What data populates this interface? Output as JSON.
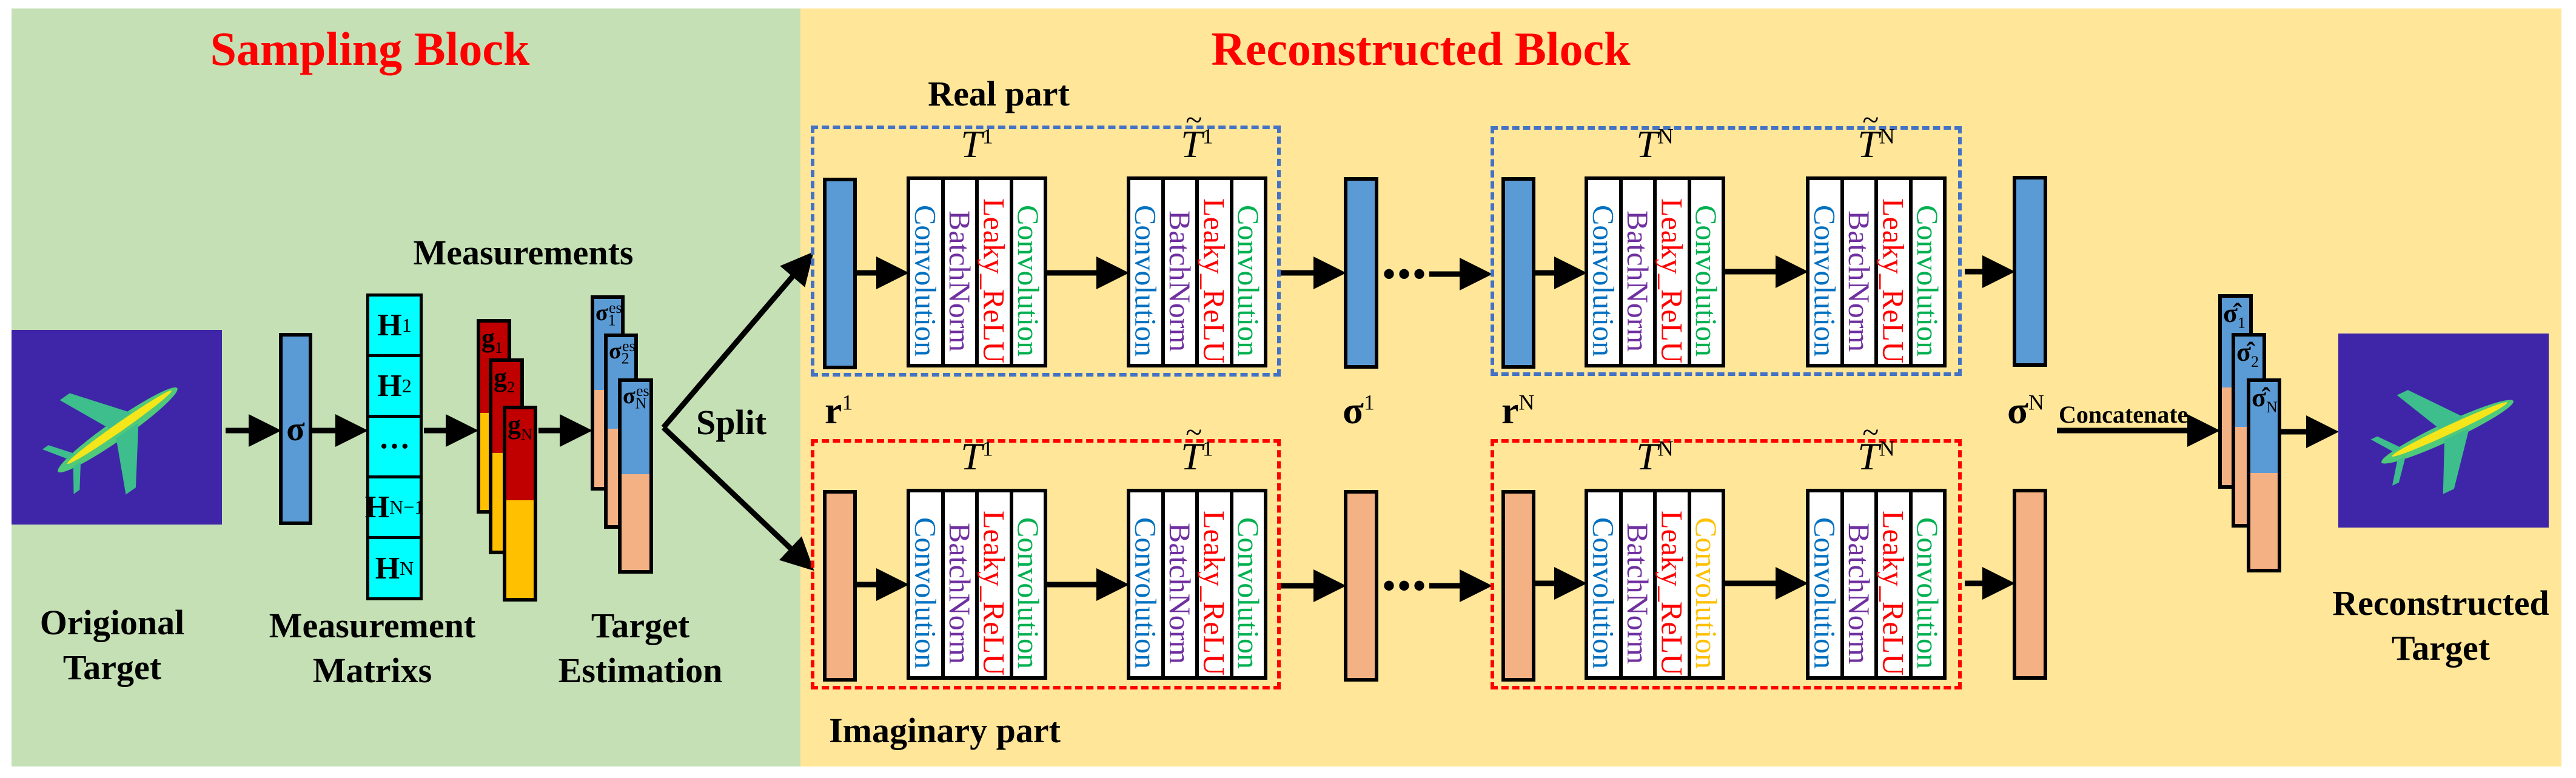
{
  "colors": {
    "sampling_bg": "#C5E0B4",
    "reconstructed_bg": "#FFE699",
    "real_feature": "#5B9BD5",
    "imag_feature": "#F4B183",
    "measurement_real": "#C00000",
    "measurement_imag": "#FFC000",
    "matrix": "#00FFFF",
    "image_bg": "#3F26A8"
  },
  "sampling": {
    "title": "Sampling Block",
    "original_target": [
      "Origional",
      "Target"
    ],
    "sigma": "σ",
    "measurements_label": "Measurements",
    "matrix_cells": [
      {
        "base": "H",
        "sub": "1"
      },
      {
        "base": "H",
        "sub": "2"
      },
      {
        "base": "···",
        "sub": ""
      },
      {
        "base": "H",
        "sub": "N−1"
      },
      {
        "base": "H",
        "sub": "N"
      }
    ],
    "matrix_label": [
      "Measurement",
      "Matrixs"
    ],
    "measurement_cards": [
      {
        "base": "g",
        "sub": "1"
      },
      {
        "base": "g",
        "sub": "2"
      },
      {
        "base": "g",
        "sub": "N"
      }
    ],
    "estimate_cards": [
      {
        "base": "σ",
        "sub": "1",
        "sup": "est"
      },
      {
        "base": "σ",
        "sub": "2",
        "sup": "est"
      },
      {
        "base": "σ",
        "sub": "N",
        "sup": "est"
      }
    ],
    "estimation_label": [
      "Target",
      "Estimation"
    ],
    "split_label": "Split"
  },
  "reconstructed": {
    "title": "Reconstructed Block",
    "real_part_label": "Real part",
    "imaginary_part_label": "Imaginary part",
    "r1": {
      "base": "r",
      "sup": "1"
    },
    "sigma1": {
      "base": "σ",
      "sup": "1"
    },
    "rN": {
      "base": "r",
      "sup": "N"
    },
    "sigmaN": {
      "base": "σ",
      "sup": "N"
    },
    "ellipsis": "•••",
    "concatenate_label": "Concatenate",
    "layer_colors": {
      "Convolution_a": "#0070C0",
      "BatchNorm": "#7030A0",
      "Leaky_ReLU": "#FF0000",
      "Convolution_b": "#00B050",
      "Convolution_gold": "#FFC000"
    },
    "rows": [
      {
        "name": "real",
        "blocks": [
          {
            "symbol": "T",
            "tilde": false,
            "sup": "1",
            "layers": [
              {
                "label": "Convolution",
                "color": "#0070C0"
              },
              {
                "label": "BatchNorm",
                "color": "#7030A0"
              },
              {
                "label": "Leaky_ReLU",
                "color": "#FF0000"
              },
              {
                "label": "Convolution",
                "color": "#00B050"
              }
            ]
          },
          {
            "symbol": "T",
            "tilde": true,
            "sup": "1",
            "layers": [
              {
                "label": "Convolution",
                "color": "#0070C0"
              },
              {
                "label": "BatchNorm",
                "color": "#7030A0"
              },
              {
                "label": "Leaky_ReLU",
                "color": "#FF0000"
              },
              {
                "label": "Convolution",
                "color": "#00B050"
              }
            ]
          },
          {
            "symbol": "T",
            "tilde": false,
            "sup": "N",
            "layers": [
              {
                "label": "Convolution",
                "color": "#0070C0"
              },
              {
                "label": "BatchNorm",
                "color": "#7030A0"
              },
              {
                "label": "Leaky_ReLU",
                "color": "#FF0000"
              },
              {
                "label": "Convolution",
                "color": "#00B050"
              }
            ]
          },
          {
            "symbol": "T",
            "tilde": true,
            "sup": "N",
            "layers": [
              {
                "label": "Convolution",
                "color": "#0070C0"
              },
              {
                "label": "BatchNorm",
                "color": "#7030A0"
              },
              {
                "label": "Leaky_ReLU",
                "color": "#FF0000"
              },
              {
                "label": "Convolution",
                "color": "#00B050"
              }
            ]
          }
        ]
      },
      {
        "name": "imaginary",
        "blocks": [
          {
            "symbol": "T",
            "tilde": false,
            "sup": "1",
            "layers": [
              {
                "label": "Convolution",
                "color": "#0070C0"
              },
              {
                "label": "BatchNorm",
                "color": "#7030A0"
              },
              {
                "label": "Leaky_ReLU",
                "color": "#FF0000"
              },
              {
                "label": "Convolution",
                "color": "#00B050"
              }
            ]
          },
          {
            "symbol": "T",
            "tilde": true,
            "sup": "1",
            "layers": [
              {
                "label": "Convolution",
                "color": "#0070C0"
              },
              {
                "label": "BatchNorm",
                "color": "#7030A0"
              },
              {
                "label": "Leaky_ReLU",
                "color": "#FF0000"
              },
              {
                "label": "Convolution",
                "color": "#00B050"
              }
            ]
          },
          {
            "symbol": "T",
            "tilde": false,
            "sup": "N",
            "layers": [
              {
                "label": "Convolution",
                "color": "#0070C0"
              },
              {
                "label": "BatchNorm",
                "color": "#7030A0"
              },
              {
                "label": "Leaky_ReLU",
                "color": "#FF0000"
              },
              {
                "label": "Convolution",
                "color": "#FFC000"
              }
            ]
          },
          {
            "symbol": "T",
            "tilde": true,
            "sup": "N",
            "layers": [
              {
                "label": "Convolution",
                "color": "#0070C0"
              },
              {
                "label": "BatchNorm",
                "color": "#7030A0"
              },
              {
                "label": "Leaky_ReLU",
                "color": "#FF0000"
              },
              {
                "label": "Convolution",
                "color": "#00B050"
              }
            ]
          }
        ]
      }
    ],
    "output_cards": [
      {
        "base": "σ̂",
        "sub": "1"
      },
      {
        "base": "σ̂",
        "sub": "2"
      },
      {
        "base": "σ̂",
        "sub": "N"
      }
    ],
    "reconstructed_target": [
      "Reconstructed",
      "Target"
    ]
  }
}
